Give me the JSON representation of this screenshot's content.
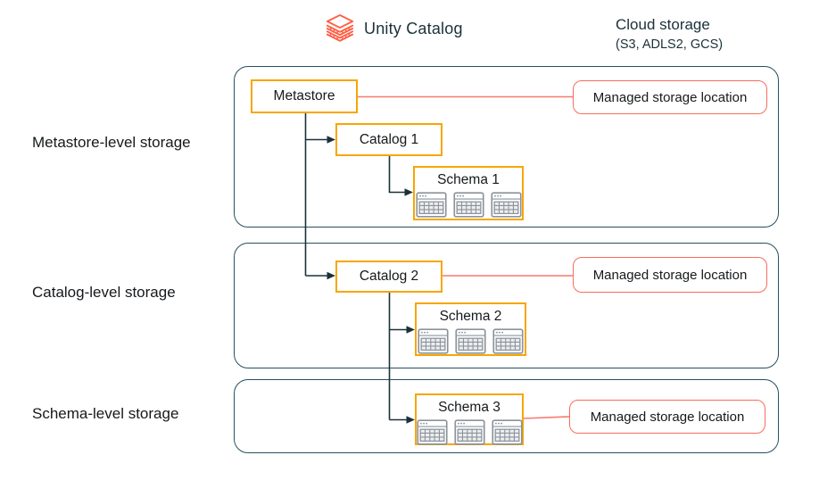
{
  "header": {
    "unity_catalog": "Unity Catalog",
    "cloud_storage": {
      "title": "Cloud storage",
      "subtitle": "(S3, ADLS2, GCS)"
    }
  },
  "row_labels": [
    "Metastore-level storage",
    "Catalog-level storage",
    "Schema-level storage"
  ],
  "nodes": {
    "metastore": {
      "label": "Metastore"
    },
    "catalog1": {
      "label": "Catalog 1"
    },
    "catalog2": {
      "label": "Catalog 2"
    },
    "schema1": {
      "label": "Schema 1",
      "table_icon_count": 3
    },
    "schema2": {
      "label": "Schema 2",
      "table_icon_count": 3
    },
    "schema3": {
      "label": "Schema 3",
      "table_icon_count": 3
    },
    "managed_storage_1": {
      "label": "Managed storage location"
    },
    "managed_storage_2": {
      "label": "Managed storage location"
    },
    "managed_storage_3": {
      "label": "Managed storage location"
    }
  },
  "edges": [
    {
      "from": "Metastore",
      "to": "Catalog 1",
      "type": "hierarchy"
    },
    {
      "from": "Metastore",
      "to": "Catalog 2",
      "type": "hierarchy"
    },
    {
      "from": "Catalog 1",
      "to": "Schema 1",
      "type": "hierarchy"
    },
    {
      "from": "Catalog 2",
      "to": "Schema 2",
      "type": "hierarchy"
    },
    {
      "from": "Catalog 2",
      "to": "Schema 3",
      "type": "hierarchy"
    },
    {
      "from": "Metastore",
      "to": "Managed storage location (metastore-level)",
      "type": "storage"
    },
    {
      "from": "Catalog 2",
      "to": "Managed storage location (catalog-level)",
      "type": "storage"
    },
    {
      "from": "Schema 3",
      "to": "Managed storage location (schema-level)",
      "type": "storage"
    }
  ],
  "colors": {
    "node_border_yellow": "#F7A600",
    "managed_border_coral": "#F96C5B",
    "group_border_teal": "#24505F",
    "connector_dark": "#1B3139",
    "storage_line_coral": "#F9796B",
    "logo_coral": "#FF5F46",
    "table_icon_gray": "#8B939B",
    "text_dark": "#1B3139"
  },
  "icons": {
    "logo": "unity-catalog-icon",
    "table": "table-icon"
  }
}
